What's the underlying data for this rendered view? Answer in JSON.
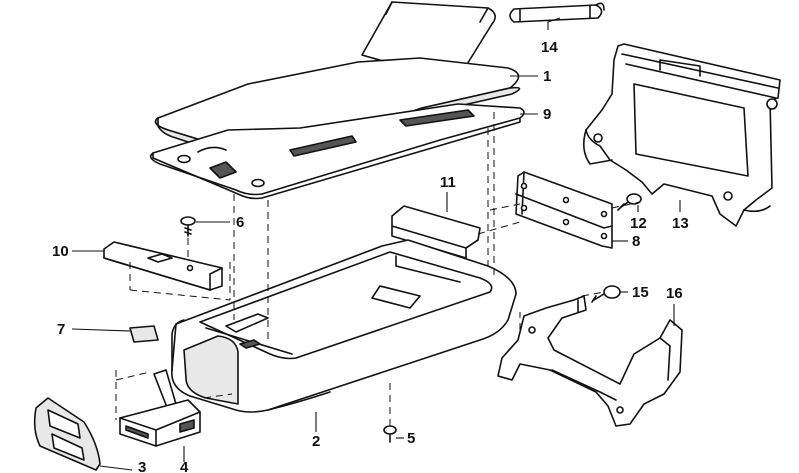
{
  "diagram": {
    "labels": {
      "p1": "1",
      "p2": "2",
      "p3": "3",
      "p4": "4",
      "p5": "5",
      "p6": "6",
      "p7": "7",
      "p8": "8",
      "p9": "9",
      "p10": "10",
      "p11": "11",
      "p12": "12",
      "p13": "13",
      "p14": "14",
      "p15": "15",
      "p16": "16"
    }
  }
}
